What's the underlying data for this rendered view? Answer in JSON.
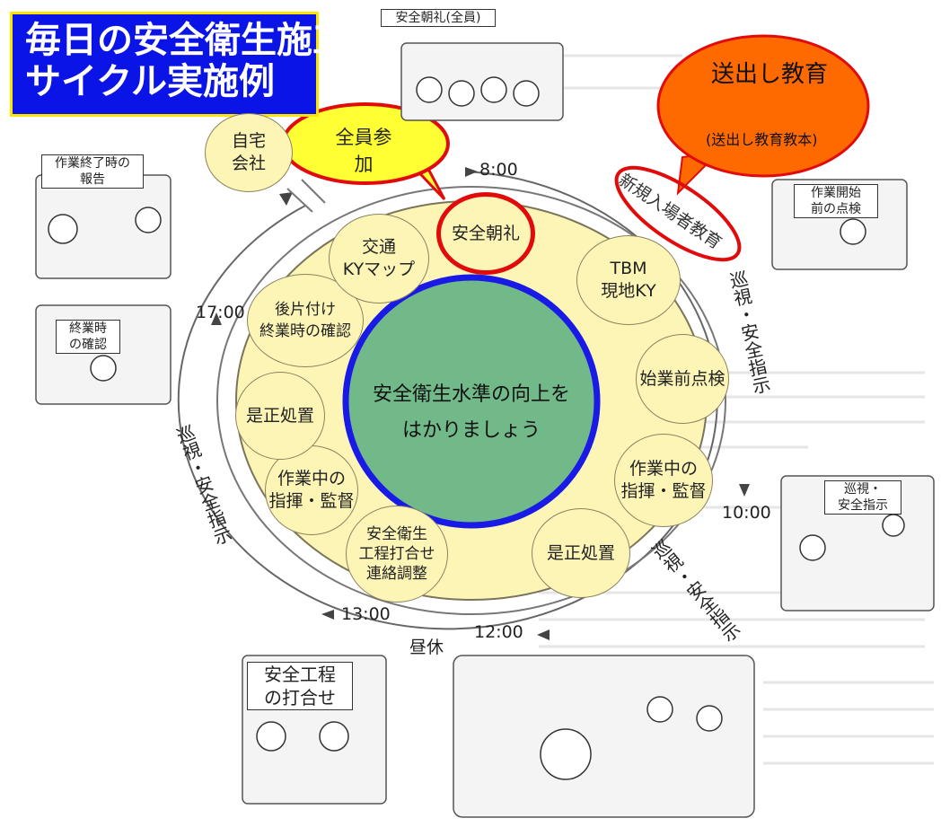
{
  "title": {
    "line1": "毎日の安全衛生施工",
    "line2": "サイクル実施例"
  },
  "center": {
    "line1": "安全衛生水準の向上を",
    "line2": "はかりましょう"
  },
  "times": {
    "t800": "8:00",
    "t1000": "10:00",
    "t1200": "12:00",
    "t1300": "13:00",
    "t1700": "17:00"
  },
  "lunch": "昼休",
  "patrol_label": "巡視・安全指示",
  "start": {
    "line1": "自宅",
    "line2": "会社"
  },
  "bubbles": {
    "morning_meeting": "安全朝礼",
    "tbm": [
      "TBM",
      "現地KY"
    ],
    "pre_work_check": "始業前点検",
    "supervise_am": [
      "作業中の",
      "指揮・監督"
    ],
    "correct_am": "是正処置",
    "coordination": [
      "安全衛生",
      "工程打合せ",
      "連絡調整"
    ],
    "supervise_pm": [
      "作業中の",
      "指揮・監督"
    ],
    "correct_pm": "是正処置",
    "cleanup": [
      "後片付け",
      "終業時の確認"
    ],
    "traffic_ky": [
      "交通",
      "KYマップ"
    ]
  },
  "callouts": {
    "all_participate": [
      "全員参",
      "加"
    ],
    "send_off_title": "送出し教育",
    "send_off_sub": "(送出し教育教本)",
    "new_entry": "新規入場者教育"
  },
  "cartoons": {
    "top": "安全朝礼(全員)",
    "left_top": [
      "作業終了時の",
      "報告"
    ],
    "left_mid": [
      "終業時",
      "の確認"
    ],
    "right_top": [
      "作業開始",
      "前の点検"
    ],
    "right_mid": [
      "巡視・",
      "安全指示"
    ],
    "bottom_left": [
      "安全工程",
      "の打合せ"
    ]
  },
  "colors": {
    "title_bg": "#0a14e6",
    "title_border": "#ffe400",
    "yellow_fill": "#fdf5b6",
    "green_center": "#72b98a",
    "blue_ring": "#1a1ae6",
    "red_accent": "#e10b0b",
    "orange_callout": "#ff6a00",
    "yellow_callout": "#ffff33"
  }
}
